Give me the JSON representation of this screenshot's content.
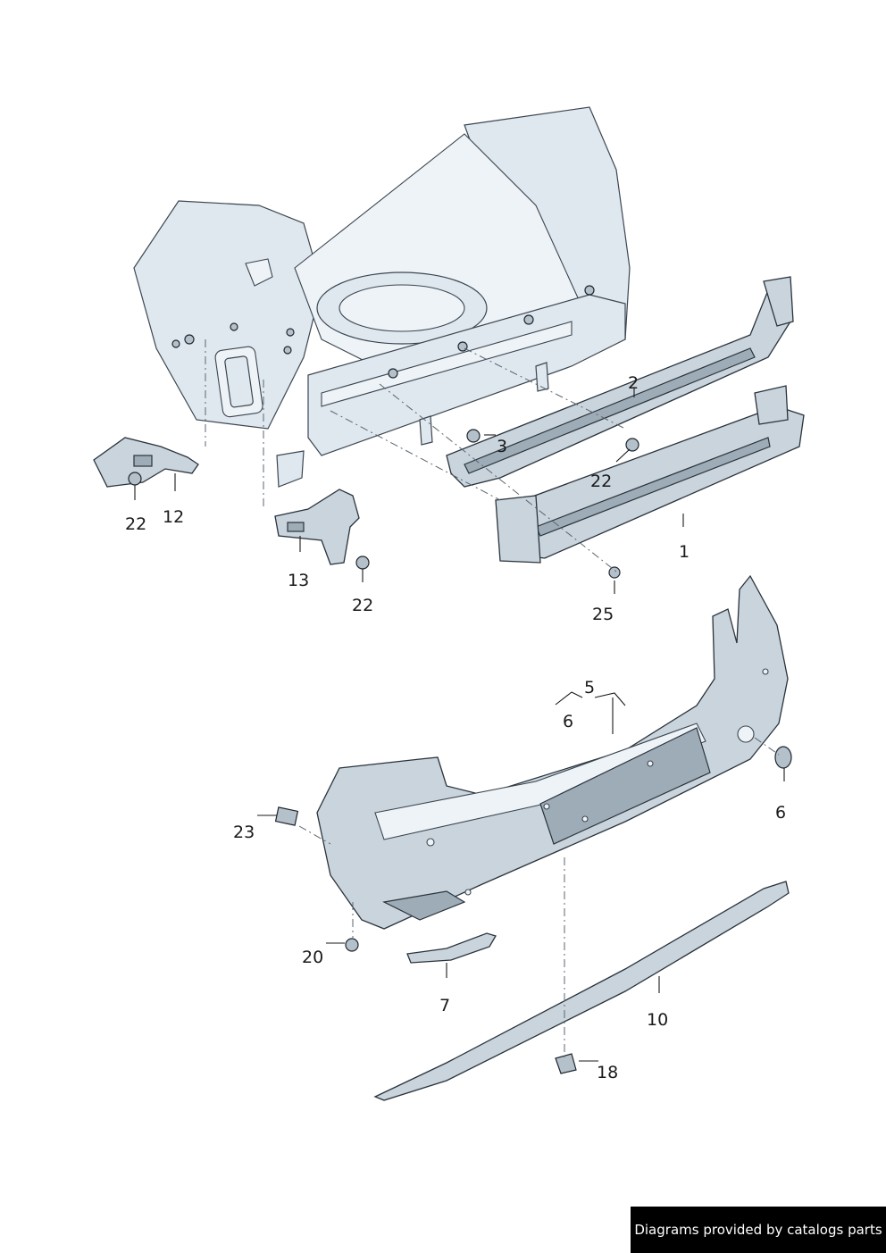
{
  "callouts": {
    "l1": "1",
    "l2": "2",
    "l3": "3",
    "l5": "5",
    "l6a": "6",
    "l6b": "6",
    "l7": "7",
    "l10": "10",
    "l12": "12",
    "l13": "13",
    "l18": "18",
    "l20": "20",
    "l22a": "22",
    "l22b": "22",
    "l22c": "22",
    "l23": "23",
    "l25": "25"
  },
  "footer": {
    "credit": "Diagrams provided by catalogs parts"
  },
  "colors": {
    "body": "#dfe8ef",
    "parts": "#c9d4dd",
    "outline": "#2a333b",
    "credit_bg": "#000000"
  }
}
